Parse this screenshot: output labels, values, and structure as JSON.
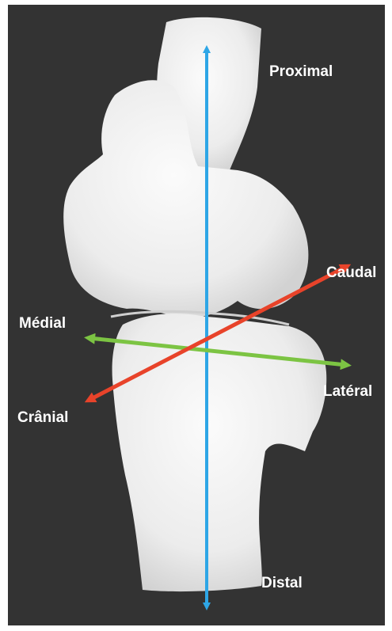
{
  "labels": {
    "proximal": "Proximal",
    "distal": "Distal",
    "caudal": "Caudal",
    "cranial": "Crânial",
    "medial": "Médial",
    "lateral": "Latéral"
  },
  "colors": {
    "background": "#333333",
    "bone": "#f0f0f0",
    "axis_proximal_distal": "#2ea6e6",
    "axis_cranial_caudal": "#e8432a",
    "axis_medial_lateral": "#7cc443",
    "label_text": "#ffffff"
  }
}
